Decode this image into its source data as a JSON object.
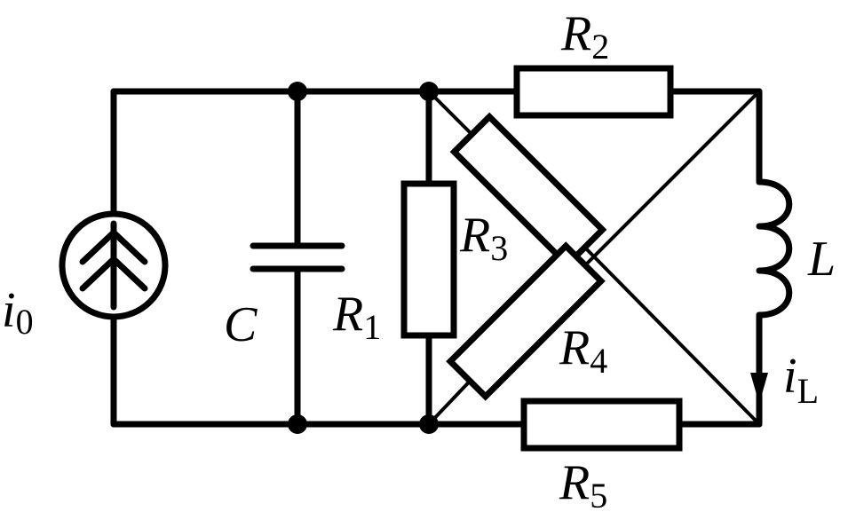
{
  "labels": {
    "current_source": {
      "sym": "i",
      "sub": "0"
    },
    "capacitor": {
      "sym": "C"
    },
    "r1": {
      "sym": "R",
      "sub": "1"
    },
    "r2": {
      "sym": "R",
      "sub": "2"
    },
    "r3": {
      "sym": "R",
      "sub": "3"
    },
    "r4": {
      "sym": "R",
      "sub": "4"
    },
    "r5": {
      "sym": "R",
      "sub": "5"
    },
    "inductor": {
      "sym": "L"
    },
    "inductor_current": {
      "sym": "i",
      "sub": "L"
    }
  }
}
